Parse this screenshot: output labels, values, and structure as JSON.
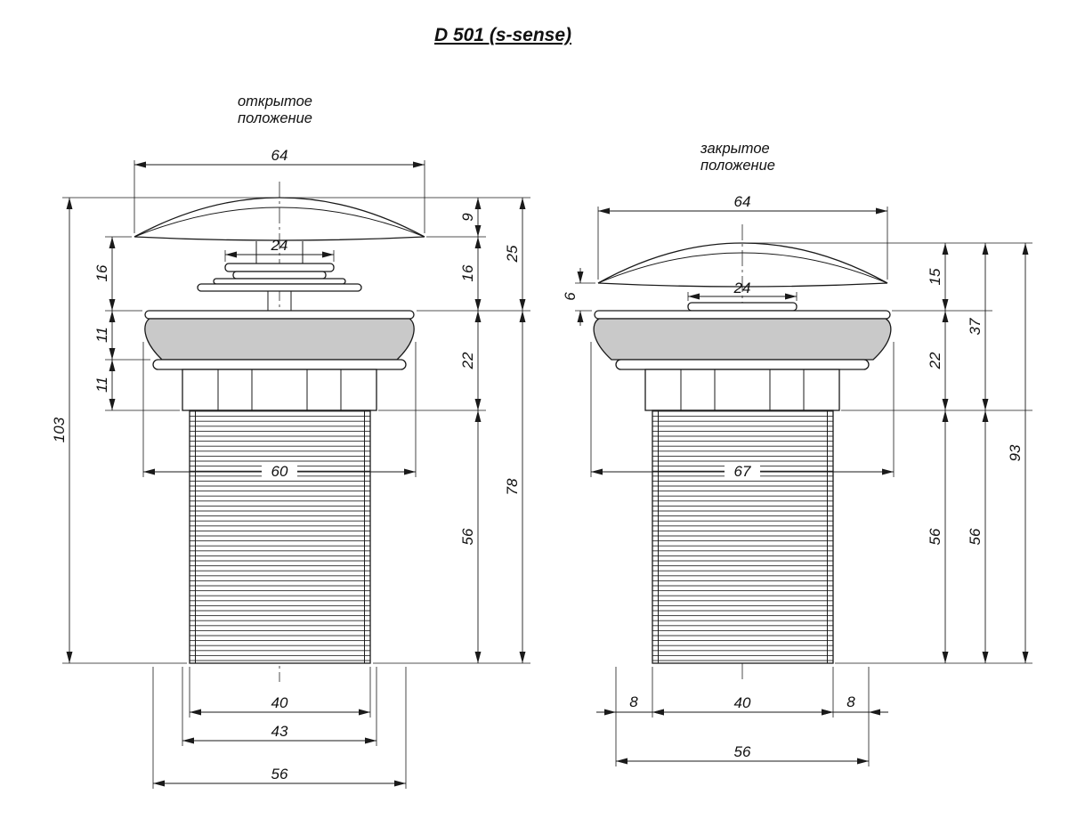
{
  "title": "D 501 (s-sense)",
  "colors": {
    "flange_fill": "#c9c9c9",
    "line": "#1a1a1a"
  },
  "open_view": {
    "label_line1": "открытое",
    "label_line2": "положение",
    "dims": {
      "cap_width": "64",
      "plug_width": "24",
      "cap_lip": "9",
      "neck_right": "16",
      "head": "25",
      "neck_left": "16",
      "flange_thickness": "11",
      "locknut_thickness": "11",
      "total_height": "103",
      "body_height": "22",
      "under_flange": "78",
      "flange_diameter": "60",
      "thread_length": "56",
      "thread_diameter": "40",
      "nut_width": "43",
      "washer_diameter": "56"
    }
  },
  "closed_view": {
    "label_line1": "закрытое",
    "label_line2": "положение",
    "dims": {
      "cap_width": "64",
      "plug_width": "24",
      "gap": "6",
      "cap_height": "15",
      "head": "37",
      "body_height": "22",
      "thread_length_inner": "56",
      "thread_length_outer": "56",
      "total_height": "93",
      "flange_diameter": "67",
      "offset_left": "8",
      "thread_diameter": "40",
      "offset_right": "8",
      "washer_diameter": "56"
    }
  }
}
